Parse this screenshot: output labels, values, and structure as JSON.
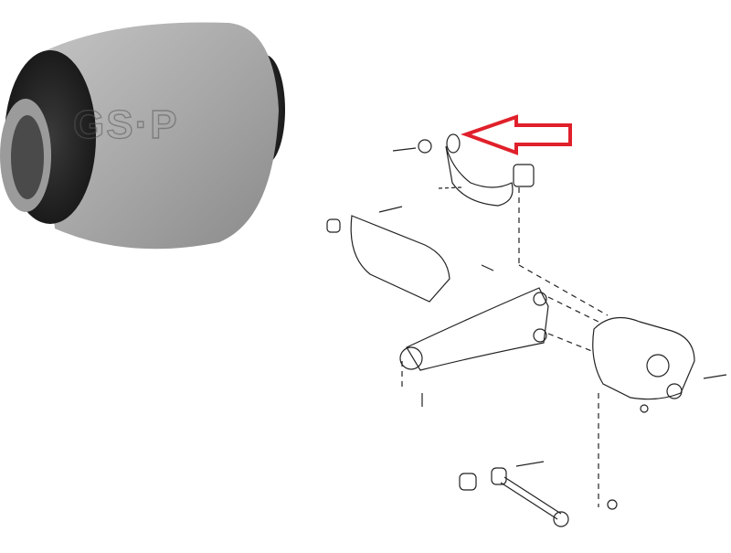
{
  "product_photo": {
    "subject": "suspension bushing",
    "watermark": "GS·P",
    "colors": {
      "metal": "#a9a9a9",
      "rubber": "#2b2b2b",
      "sleeve": "#8f8f8f"
    }
  },
  "diagram": {
    "subject": "rear suspension exploded view",
    "parts": [
      "upper-control-arm",
      "arm-bushing",
      "bolt",
      "subframe-bracket",
      "lower-control-arm",
      "knuckle",
      "toe-link-rod",
      "nut"
    ],
    "highlight_arrow": {
      "color": "#e0202a",
      "points_to": "upper-control-arm"
    }
  }
}
